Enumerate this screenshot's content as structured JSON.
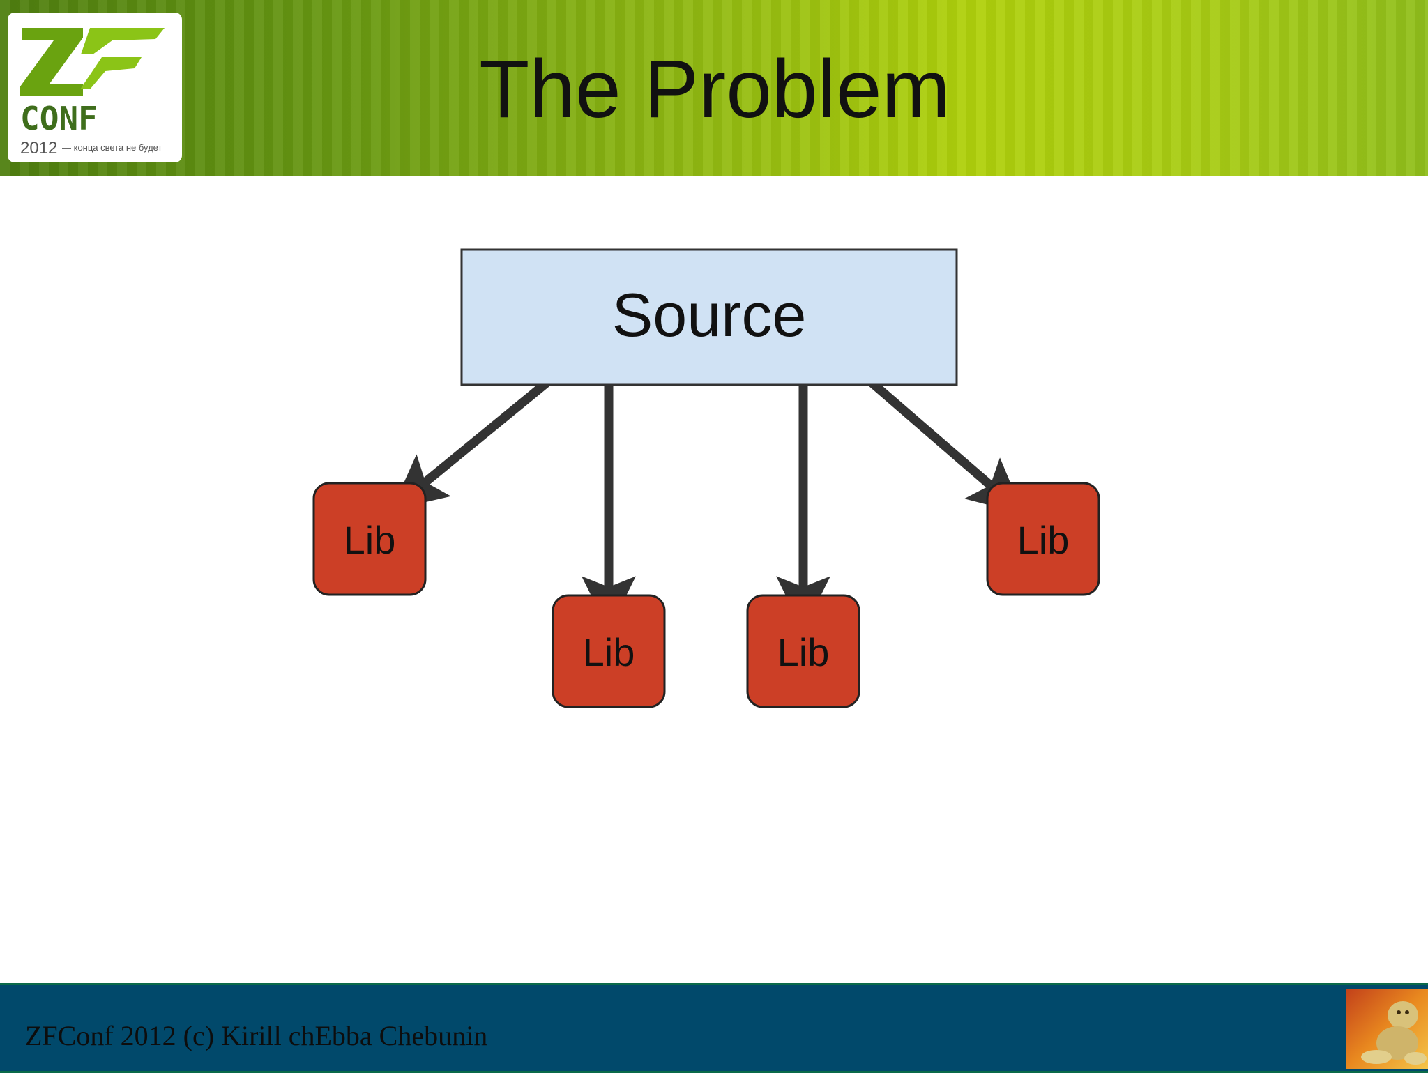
{
  "header": {
    "title": "The Problem"
  },
  "logo": {
    "letters": "ZF",
    "conf_text": "CONF",
    "year": "2012",
    "tagline": "— конца света не будет"
  },
  "diagram": {
    "source_label": "Source",
    "libs": [
      {
        "label": "Lib"
      },
      {
        "label": "Lib"
      },
      {
        "label": "Lib"
      },
      {
        "label": "Lib"
      }
    ]
  },
  "footer": {
    "credit": "ZFConf 2012 (c) Kirill chEbba Chebunin"
  },
  "colors": {
    "source_fill": "#d0e2f4",
    "lib_fill": "#cc3f26",
    "arrow": "#333333",
    "footer_bg": "#01496b",
    "logo_green": "#6aa310"
  }
}
